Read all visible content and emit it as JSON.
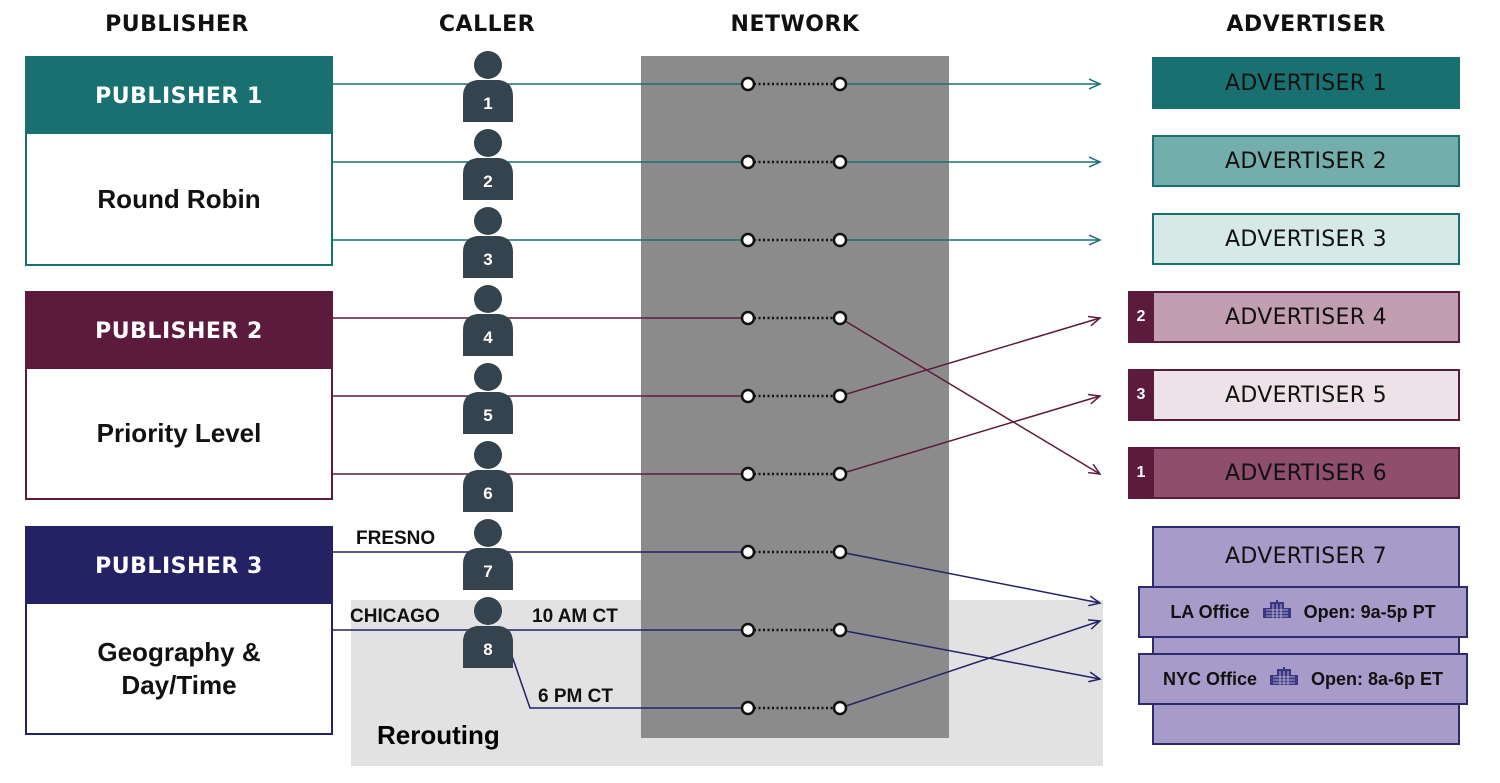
{
  "headers": {
    "publisher": "PUBLISHER",
    "caller": "CALLER",
    "network": "NETWORK",
    "advertiser": "ADVERTISER"
  },
  "publishers": [
    {
      "title": "PUBLISHER 1",
      "strategy": "Round Robin",
      "color": "#197071"
    },
    {
      "title": "PUBLISHER 2",
      "strategy": "Priority Level",
      "color": "#5c1b3c"
    },
    {
      "title": "PUBLISHER 3",
      "strategy": "Geography &\nDay/Time",
      "color": "#232264"
    }
  ],
  "callers": [
    "1",
    "2",
    "3",
    "4",
    "5",
    "6",
    "7",
    "8"
  ],
  "advertisers": [
    {
      "name": "ADVERTISER 1",
      "fill": "#197071",
      "border": "#197071"
    },
    {
      "name": "ADVERTISER 2",
      "fill": "#74aeac",
      "border": "#197071"
    },
    {
      "name": "ADVERTISER 3",
      "fill": "#d6e9e7",
      "border": "#197071"
    },
    {
      "name": "ADVERTISER 4",
      "fill": "#c19eb0",
      "border": "#5c1b3c",
      "priority": "2"
    },
    {
      "name": "ADVERTISER 5",
      "fill": "#ede2e7",
      "border": "#5c1b3c",
      "priority": "3"
    },
    {
      "name": "ADVERTISER 6",
      "fill": "#8e4e6c",
      "border": "#5c1b3c",
      "priority": "1"
    },
    {
      "name": "ADVERTISER 7",
      "fill": "#a79cc9",
      "border": "#2e2a6e"
    }
  ],
  "offices": [
    {
      "name": "LA Office",
      "hours": "Open: 9a-5p PT"
    },
    {
      "name": "NYC Office",
      "hours": "Open: 8a-6p ET"
    }
  ],
  "route_labels": {
    "fresno": "FRESNO",
    "chicago": "CHICAGO",
    "time_10am": "10 AM CT",
    "time_6pm": "6 PM CT",
    "rerouting": "Rerouting"
  },
  "colors": {
    "teal": "#197071",
    "purple": "#5c1b3c",
    "navy": "#232264",
    "network_band": "#8b8b8b",
    "rerouting_band": "#e2e2e2",
    "caller_icon": "#34434d"
  }
}
